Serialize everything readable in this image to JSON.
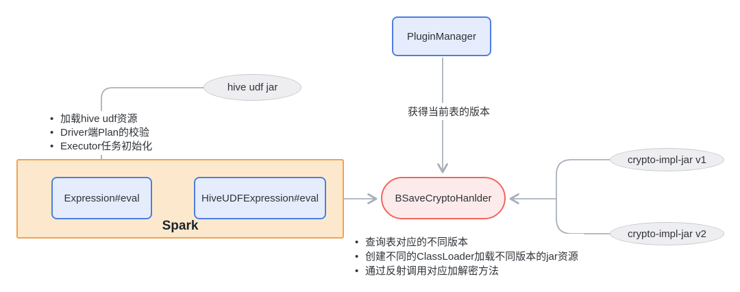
{
  "theme": {
    "blue_border": "#4f7de0",
    "blue_fill": "#e5ecfc",
    "red_border": "#f0655d",
    "red_fill": "#fcebea",
    "orange_border": "#f2a24d",
    "orange_fill": "#fce9cd",
    "gray_border": "#c6cad0",
    "gray_fill": "#eeeef1",
    "line_color": "#aab0ba",
    "text_color": "#2f3338"
  },
  "nodes": {
    "plugin_manager": "PluginManager",
    "handler": "BSaveCryptoHanlder",
    "expression_eval": "Expression#eval",
    "hive_udf_expression_eval": "HiveUDFExpression#eval",
    "spark_group": "Spark",
    "hive_udf_jar": "hive udf jar",
    "crypto_impl_jar_v1": "crypto-impl-jar v1",
    "crypto_impl_jar_v2": "crypto-impl-jar v2"
  },
  "edge_labels": {
    "get_current_table_version": "获得当前表的版本"
  },
  "notes": {
    "hive_udf": [
      "加载hive udf资源",
      "Driver端Plan的校验",
      "Executor任务初始化"
    ],
    "handler": [
      "查询表对应的不同版本",
      "创建不同的ClassLoader加载不同版本的jar资源",
      "通过反射调用对应加解密方法"
    ]
  }
}
